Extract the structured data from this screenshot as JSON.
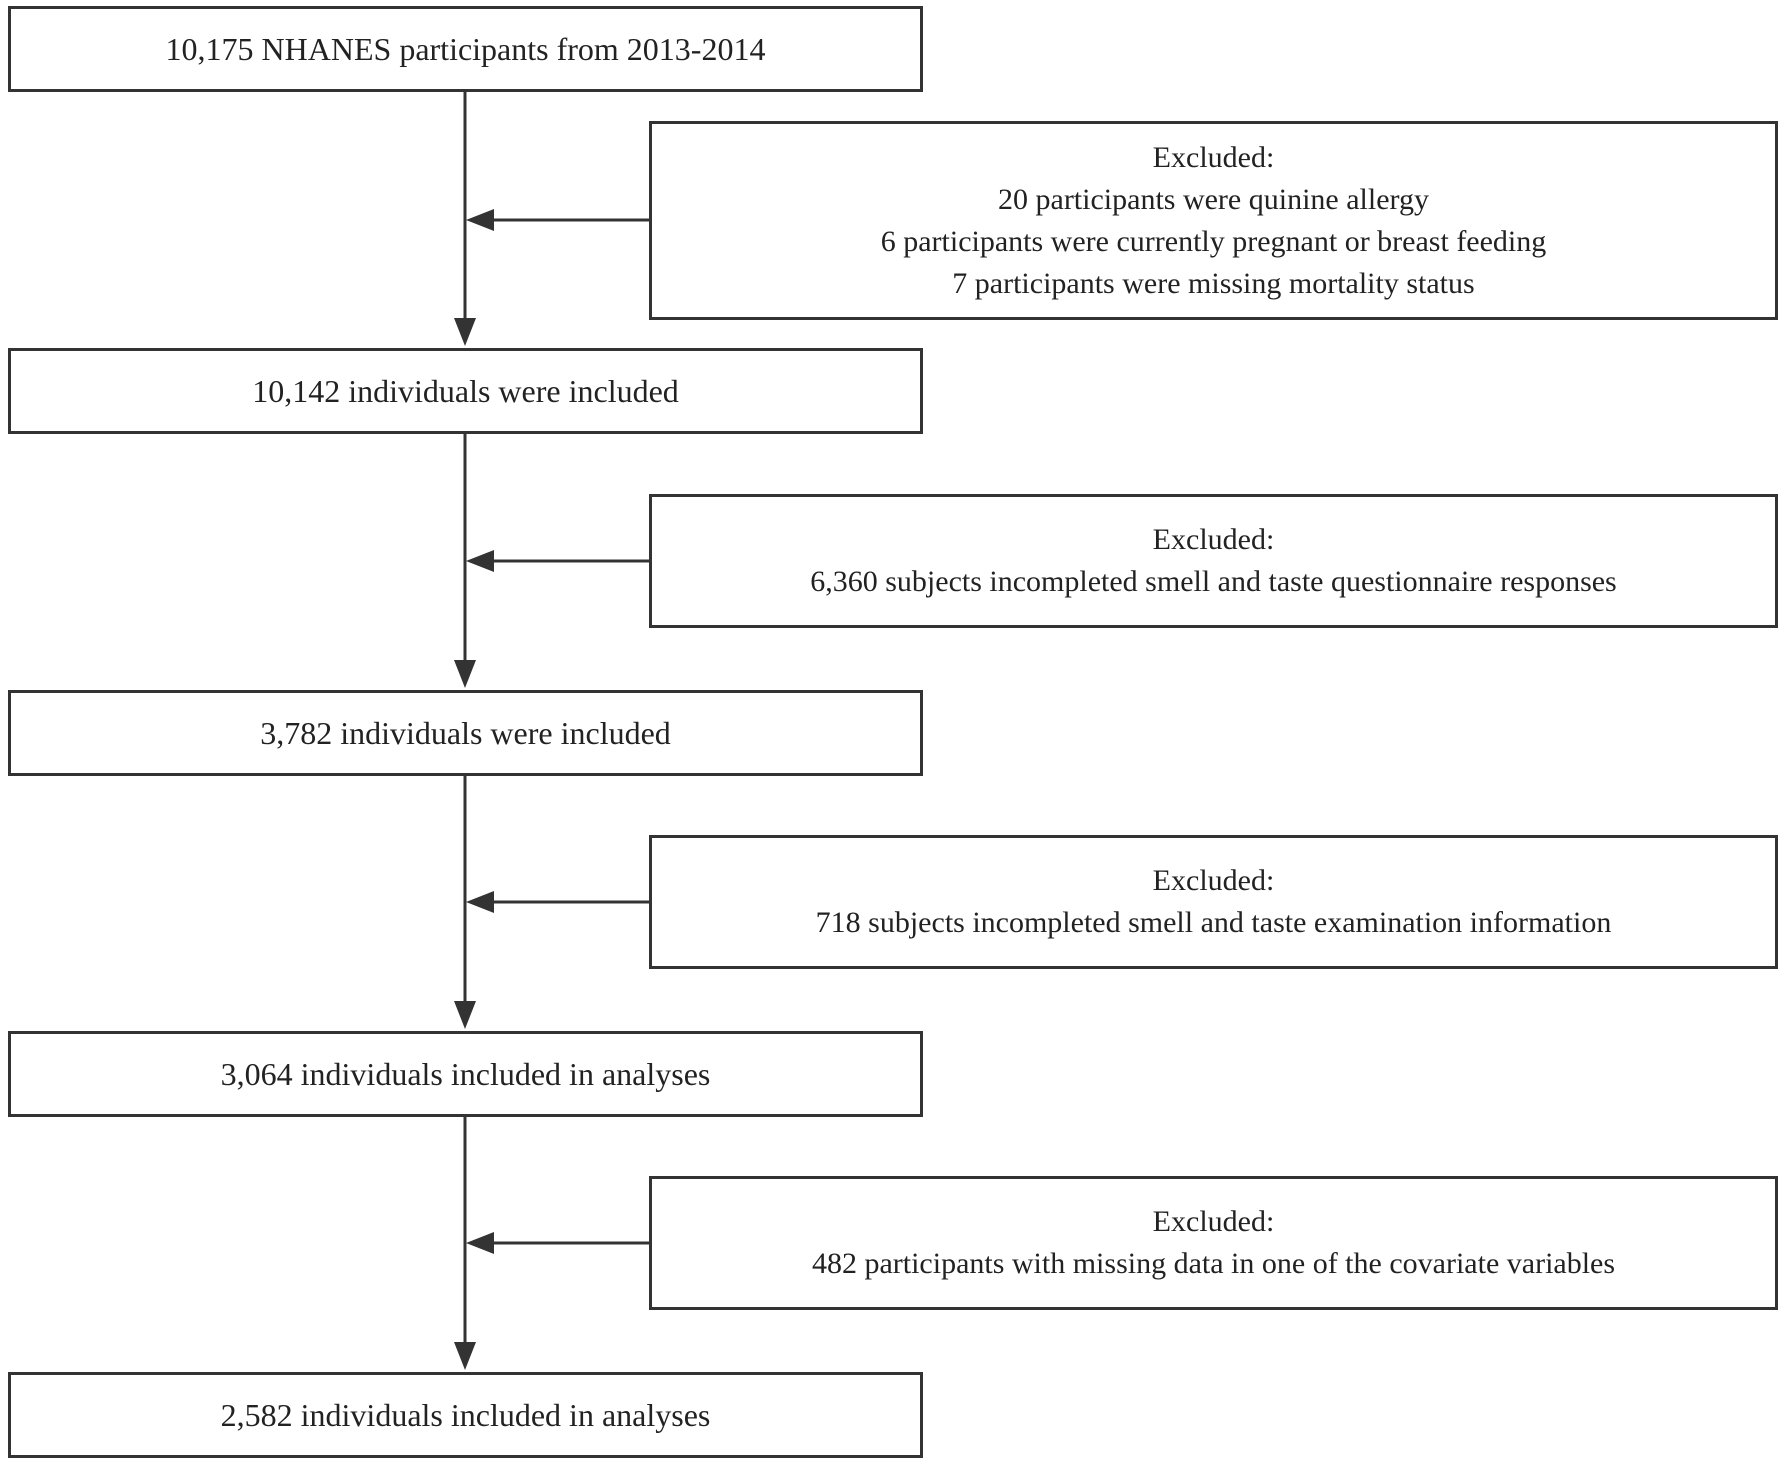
{
  "steps": [
    "10,175 NHANES participants from 2013-2014",
    "10,142 individuals were included",
    "3,782 individuals were included",
    "3,064 individuals included in analyses",
    "2,582 individuals included in analyses"
  ],
  "exclusions": [
    {
      "heading": "Excluded:",
      "lines": [
        "20 participants were quinine allergy",
        "6 participants were currently pregnant or breast feeding",
        "7 participants were missing mortality status"
      ]
    },
    {
      "heading": "Excluded:",
      "lines": [
        "6,360 subjects incompleted smell and taste questionnaire responses"
      ]
    },
    {
      "heading": "Excluded:",
      "lines": [
        "718 subjects incompleted smell and taste examination information"
      ]
    },
    {
      "heading": "Excluded:",
      "lines": [
        "482 participants with missing data in one of the covariate variables"
      ]
    }
  ],
  "colors": {
    "stroke": "#333333",
    "text": "#222222",
    "background": "#ffffff"
  }
}
